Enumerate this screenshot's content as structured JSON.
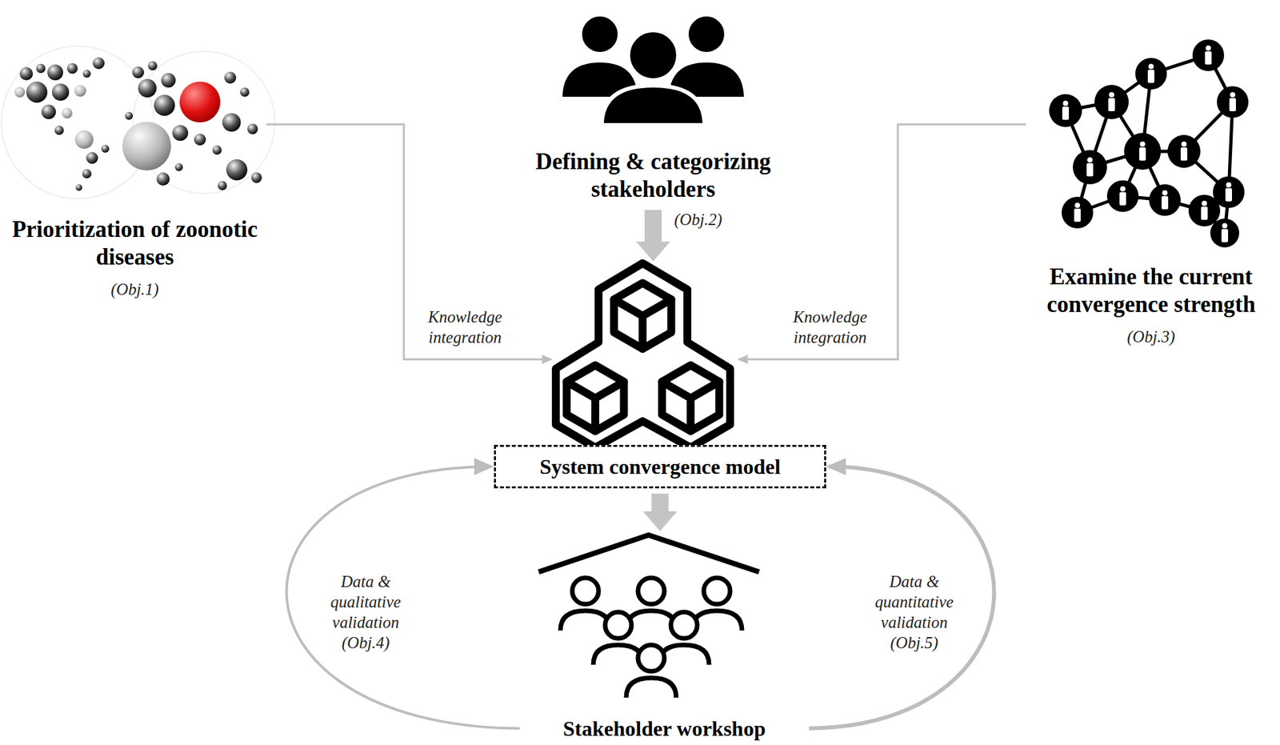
{
  "diagram": {
    "nodes": [
      {
        "text": [
          "Prioritization of zoonotic diseases",
          "(Obj.1)"
        ]
      },
      {
        "text": [
          "Defining & categorizing stakeholders",
          "(Obj.2)"
        ]
      },
      {
        "text": [
          "Examine the current convergence strength",
          "(Obj.3)"
        ]
      },
      {
        "text": [
          "System convergence model"
        ]
      },
      {
        "text": [
          "Stakeholder workshop"
        ]
      }
    ],
    "edges": [
      {
        "from": 0,
        "to": 3,
        "arrow": "to",
        "label": "Knowledge integration"
      },
      {
        "from": 2,
        "to": 3,
        "arrow": "to",
        "label": "Knowledge integration"
      },
      {
        "from": 1,
        "to": 3,
        "arrow": "to"
      },
      {
        "from": 3,
        "to": 4,
        "arrow": "to"
      },
      {
        "from": 4,
        "to": 3,
        "arrow": "to",
        "label": "Data & qualitative validation (Obj.4)"
      },
      {
        "from": 4,
        "to": 3,
        "arrow": "to",
        "label": "Data & quantitative validation (Obj.5)"
      }
    ]
  }
}
